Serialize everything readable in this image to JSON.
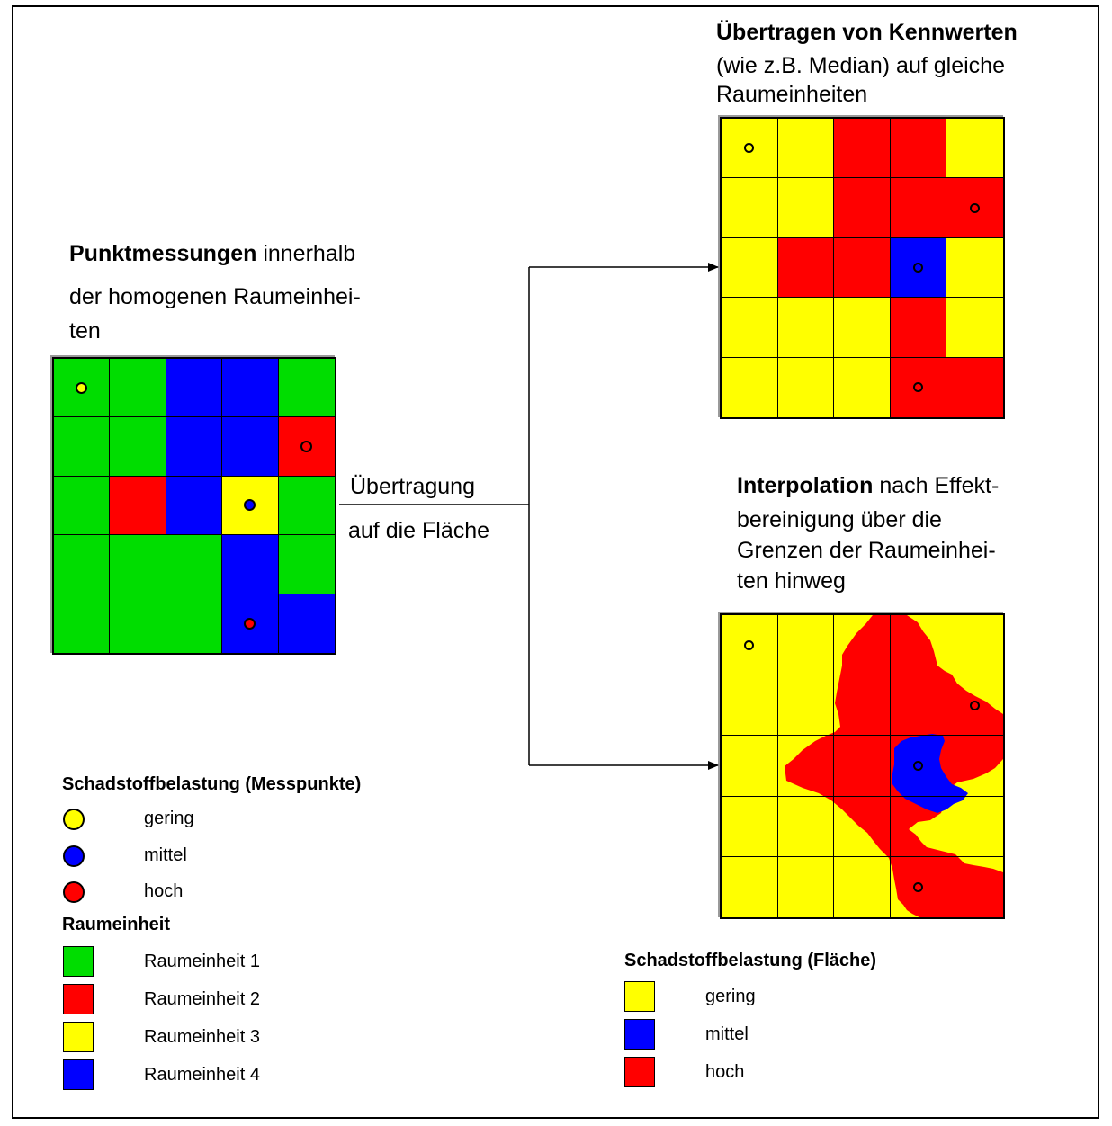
{
  "colors": {
    "green": "#00dd00",
    "red": "#ff0000",
    "yellow": "#ffff00",
    "blue": "#0000ff"
  },
  "point_measurements": {
    "title_bold": "Punktmessungen",
    "title_rest": " innerhalb",
    "line2": "der homogenen Raumeinhei-",
    "line3": "ten",
    "grid": [
      [
        "green",
        "green",
        "blue",
        "blue",
        "green"
      ],
      [
        "green",
        "green",
        "blue",
        "blue",
        "red"
      ],
      [
        "green",
        "red",
        "blue",
        "yellow",
        "green"
      ],
      [
        "green",
        "green",
        "green",
        "blue",
        "green"
      ],
      [
        "green",
        "green",
        "green",
        "blue",
        "blue"
      ]
    ],
    "points": [
      {
        "row": 0,
        "col": 0,
        "color": "yellow"
      },
      {
        "row": 1,
        "col": 4,
        "color": "red"
      },
      {
        "row": 2,
        "col": 3,
        "color": "blue"
      },
      {
        "row": 4,
        "col": 3,
        "color": "red"
      }
    ]
  },
  "transfer_label": {
    "line1": "Übertragung",
    "line2": "auf die Fläche"
  },
  "median_transfer": {
    "title_bold": "Übertragen von Kennwerten",
    "line2": "(wie z.B. Median) auf gleiche",
    "line3": "Raumeinheiten",
    "grid": [
      [
        "yellow",
        "yellow",
        "red",
        "red",
        "yellow"
      ],
      [
        "yellow",
        "yellow",
        "red",
        "red",
        "red"
      ],
      [
        "yellow",
        "red",
        "red",
        "blue",
        "yellow"
      ],
      [
        "yellow",
        "yellow",
        "yellow",
        "red",
        "yellow"
      ],
      [
        "yellow",
        "yellow",
        "yellow",
        "red",
        "red"
      ]
    ],
    "points": [
      {
        "row": 0,
        "col": 0,
        "color": "yellow"
      },
      {
        "row": 1,
        "col": 4,
        "color": "red"
      },
      {
        "row": 2,
        "col": 3,
        "color": "blue"
      },
      {
        "row": 4,
        "col": 3,
        "color": "red"
      }
    ]
  },
  "interpolation": {
    "title_bold": "Interpolation",
    "title_rest": " nach Effekt-",
    "line2": "bereinigung über die",
    "line3": "Grenzen der Raumeinhei-",
    "line4": "ten hinweg",
    "background": "yellow",
    "points": [
      {
        "row": 0,
        "col": 0,
        "color": "yellow"
      },
      {
        "row": 1,
        "col": 4,
        "color": "red"
      },
      {
        "row": 2,
        "col": 3,
        "color": "blue"
      },
      {
        "row": 4,
        "col": 3,
        "color": "red"
      }
    ]
  },
  "legend_points": {
    "title": "Schadstoffbelastung (Messpunkte)",
    "items": [
      {
        "label": "gering",
        "color": "yellow"
      },
      {
        "label": "mittel",
        "color": "blue"
      },
      {
        "label": "hoch",
        "color": "red"
      }
    ]
  },
  "legend_units": {
    "title": "Raumeinheit",
    "items": [
      {
        "label": "Raumeinheit 1",
        "color": "green"
      },
      {
        "label": "Raumeinheit 2",
        "color": "red"
      },
      {
        "label": "Raumeinheit 3",
        "color": "yellow"
      },
      {
        "label": "Raumeinheit 4",
        "color": "blue"
      }
    ]
  },
  "legend_area": {
    "title": "Schadstoffbelastung (Fläche)",
    "items": [
      {
        "label": "gering",
        "color": "yellow"
      },
      {
        "label": "mittel",
        "color": "blue"
      },
      {
        "label": "hoch",
        "color": "red"
      }
    ]
  }
}
